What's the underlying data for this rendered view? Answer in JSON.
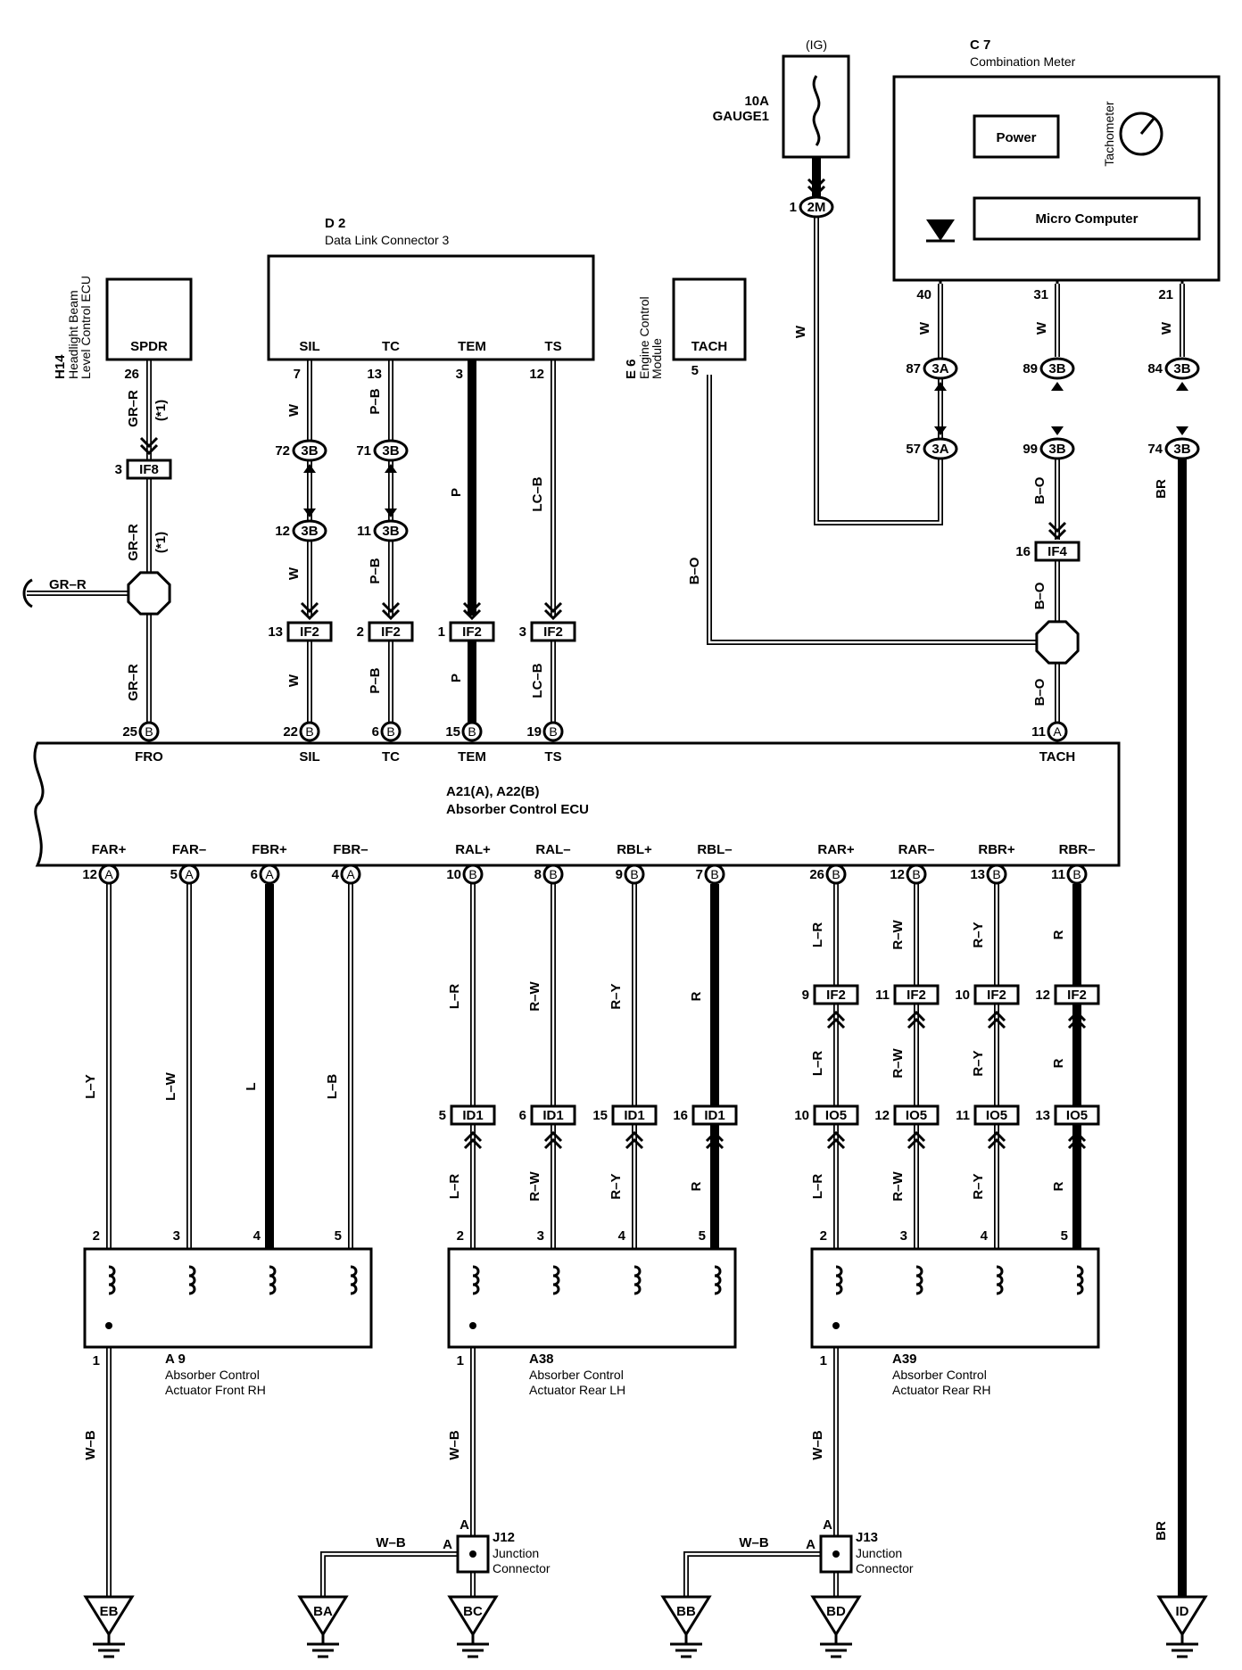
{
  "ig": {
    "source": "(IG)",
    "fuse_rating": "10A",
    "fuse_name": "GAUGE1",
    "pin": "1",
    "conn": "2M",
    "wire": "W"
  },
  "meter": {
    "id": "C 7",
    "name": "Combination Meter",
    "power": "Power",
    "micro": "Micro Computer",
    "tach": "Tachometer",
    "pins": [
      "40",
      "31",
      "21"
    ]
  },
  "headlight": {
    "id": "H14",
    "name1": "Headlight Beam",
    "name2": "Level Control ECU",
    "term": "SPDR",
    "pin": "26"
  },
  "dlc": {
    "id": "D 2",
    "name": "Data Link Connector 3",
    "terms": [
      "SIL",
      "TC",
      "TEM",
      "TS"
    ],
    "pins": [
      "7",
      "13",
      "3",
      "12"
    ]
  },
  "ecm": {
    "id": "E 6",
    "name1": "Engine Control",
    "name2": "Module",
    "term": "TACH",
    "pin": "5"
  },
  "connectors": {
    "c3a_87": {
      "num": "87",
      "label": "3A"
    },
    "c3b_89": {
      "num": "89",
      "label": "3B"
    },
    "c3b_84": {
      "num": "84",
      "label": "3B"
    },
    "c3a_57": {
      "num": "57",
      "label": "3A"
    },
    "c3b_99": {
      "num": "99",
      "label": "3B"
    },
    "c3b_74": {
      "num": "74",
      "label": "3B"
    },
    "c3b_72": {
      "num": "72",
      "label": "3B"
    },
    "c3b_71": {
      "num": "71",
      "label": "3B"
    },
    "c3b_12": {
      "num": "12",
      "label": "3B"
    },
    "c3b_11": {
      "num": "11",
      "label": "3B"
    },
    "if8": {
      "num": "3",
      "label": "IF8"
    },
    "if4": {
      "num": "16",
      "label": "IF4"
    },
    "if2_13": {
      "num": "13",
      "label": "IF2"
    },
    "if2_2": {
      "num": "2",
      "label": "IF2"
    },
    "if2_1": {
      "num": "1",
      "label": "IF2"
    },
    "if2_3": {
      "num": "3",
      "label": "IF2"
    }
  },
  "wires": {
    "gr_r": "GR–R",
    "star1": "(*1)",
    "w": "W",
    "p_b": "P–B",
    "p": "P",
    "lc_b": "LC–B",
    "b_o": "B–O",
    "br": "BR"
  },
  "ecu": {
    "id": "A21(A), A22(B)",
    "name": "Absorber Control ECU",
    "top": [
      {
        "pin": "25",
        "p": "B",
        "t": "FRO"
      },
      {
        "pin": "22",
        "p": "B",
        "t": "SIL"
      },
      {
        "pin": "6",
        "p": "B",
        "t": "TC"
      },
      {
        "pin": "15",
        "p": "B",
        "t": "TEM"
      },
      {
        "pin": "19",
        "p": "B",
        "t": "TS"
      },
      {
        "pin": "11",
        "p": "A",
        "t": "TACH"
      }
    ],
    "bottom": [
      {
        "t": "FAR+",
        "pin": "12",
        "p": "A"
      },
      {
        "t": "FAR–",
        "pin": "5",
        "p": "A"
      },
      {
        "t": "FBR+",
        "pin": "6",
        "p": "A"
      },
      {
        "t": "FBR–",
        "pin": "4",
        "p": "A"
      },
      {
        "t": "RAL+",
        "pin": "10",
        "p": "B"
      },
      {
        "t": "RAL–",
        "pin": "8",
        "p": "B"
      },
      {
        "t": "RBL+",
        "pin": "9",
        "p": "B"
      },
      {
        "t": "RBL–",
        "pin": "7",
        "p": "B"
      },
      {
        "t": "RAR+",
        "pin": "26",
        "p": "B"
      },
      {
        "t": "RAR–",
        "pin": "12",
        "p": "B"
      },
      {
        "t": "RBR+",
        "pin": "13",
        "p": "B"
      },
      {
        "t": "RBR–",
        "pin": "11",
        "p": "B"
      }
    ]
  },
  "front_wires": [
    "L–Y",
    "L–W",
    "L",
    "L–B"
  ],
  "rear_colors": [
    "L–R",
    "R–W",
    "R–Y",
    "R"
  ],
  "id1": {
    "label": "ID1",
    "nums": [
      "5",
      "6",
      "15",
      "16"
    ]
  },
  "if2_rr": {
    "label": "IF2",
    "nums": [
      "9",
      "11",
      "10",
      "12"
    ]
  },
  "io5": {
    "label": "IO5",
    "nums": [
      "10",
      "12",
      "11",
      "13"
    ]
  },
  "act_pins": [
    "2",
    "3",
    "4",
    "5"
  ],
  "act_ground_pin": "1",
  "actuators": [
    {
      "id": "A 9",
      "l1": "Absorber Control",
      "l2": "Actuator Front RH"
    },
    {
      "id": "A38",
      "l1": "Absorber Control",
      "l2": "Actuator Rear LH"
    },
    {
      "id": "A39",
      "l1": "Absorber Control",
      "l2": "Actuator Rear RH"
    }
  ],
  "ground_wire": "W–B",
  "junctions": [
    {
      "id": "J12",
      "l1": "Junction",
      "l2": "Connector",
      "a": "A"
    },
    {
      "id": "J13",
      "l1": "Junction",
      "l2": "Connector",
      "a": "A"
    }
  ],
  "grounds": [
    "EB",
    "BA",
    "BC",
    "BB",
    "BD",
    "ID"
  ]
}
